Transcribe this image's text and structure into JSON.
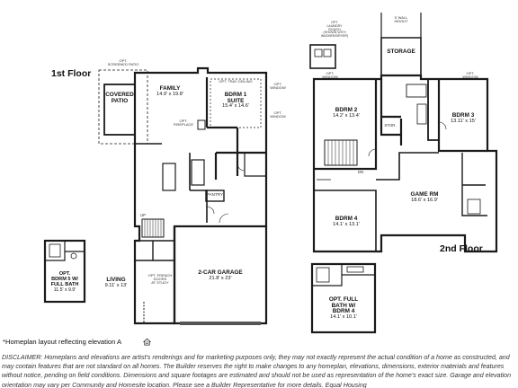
{
  "floors": {
    "first": {
      "label": "1st Floor"
    },
    "second": {
      "label": "2nd Floor"
    }
  },
  "first_floor_rooms": {
    "covered_patio": {
      "name": [
        "COVERED",
        "PATIO"
      ]
    },
    "screened_patio": {
      "note": [
        "OPT.",
        "SCREENED PATIO"
      ]
    },
    "family": {
      "name": "FAMILY",
      "dim": "14.9' x 19.8'"
    },
    "bedroom1": {
      "name": [
        "BDRM 1",
        "SUITE"
      ],
      "dim": "15.4' x 14.6'"
    },
    "tray_ceiling": "OPT. TRAY CEILING",
    "opt_window": [
      "OPT.",
      "WINDOW"
    ],
    "opt_window2": [
      "OPT.",
      "WINDOW"
    ],
    "opt_fireplace": [
      "OPT.",
      "FIREPLACE"
    ],
    "pantry": "PANTRY",
    "living": {
      "name": "LIVING",
      "dim": "9.11' x 13'"
    },
    "french_doors": [
      "OPT. FRENCH",
      "DOORS",
      "AT STUDY"
    ],
    "garage": {
      "name": "2-CAR GARAGE",
      "dim": "21.8' x 23'"
    },
    "up": "UP"
  },
  "optional_bedroom5": {
    "name": [
      "OPT.",
      "BDRM 5 W/",
      "FULL BATH"
    ],
    "dim": "11.5' x 9.9'"
  },
  "second_floor_rooms": {
    "bedroom2": {
      "name": "BDRM 2",
      "dim": "14.2' x 13.4'"
    },
    "bedroom3": {
      "name": "BDRM 3",
      "dim": "13.11' x 15'"
    },
    "bedroom4": {
      "name": "BDRM 4",
      "dim": "14.1' x 13.1'"
    },
    "game_room": {
      "name": "GAME RM",
      "dim": "18.6' x 16.9'"
    },
    "storage": "STORAGE",
    "wall_height": [
      "5' WALL",
      "HEIGHT"
    ],
    "opt_laundry": [
      "OPT.",
      "LAUNDRY",
      "ROUGH",
      "(SHOWN WITH",
      "WASHER/DRYER)"
    ],
    "opt_window_left": [
      "OPT.",
      "WINDOW"
    ],
    "opt_window_right": [
      "OPT.",
      "WINDOW"
    ],
    "storage_small": "STOR.",
    "dn": "DN"
  },
  "optional_bath_bedroom4": {
    "name": [
      "OPT. FULL",
      "BATH W/",
      "BDRM 4"
    ],
    "dim": "14.1' x 10.1'"
  },
  "footnote": "*Homeplan layout reflecting elevation A",
  "disclaimer": "DISCLAIMER: Homeplans and elevations are artist's renderings and for marketing purposes only, they may not exactly represent the actual condition of a home as constructed, and may contain features that are not standard on all homes. The Builder reserves the right to make changes to any homeplan, elevations, dimensions, exterior materials and features without notice, pending on field conditions. Dimensions and square footages are estimated and should not be used as representation of the home's exact size. Garage and elevation orientation may vary per Community and Homesite location. Please see a Builder Representative for more details. Equal Housing",
  "icons": [
    "equal-housing-icon",
    "door-swing-icon",
    "stairs-icon",
    "washer-dryer-icon"
  ]
}
